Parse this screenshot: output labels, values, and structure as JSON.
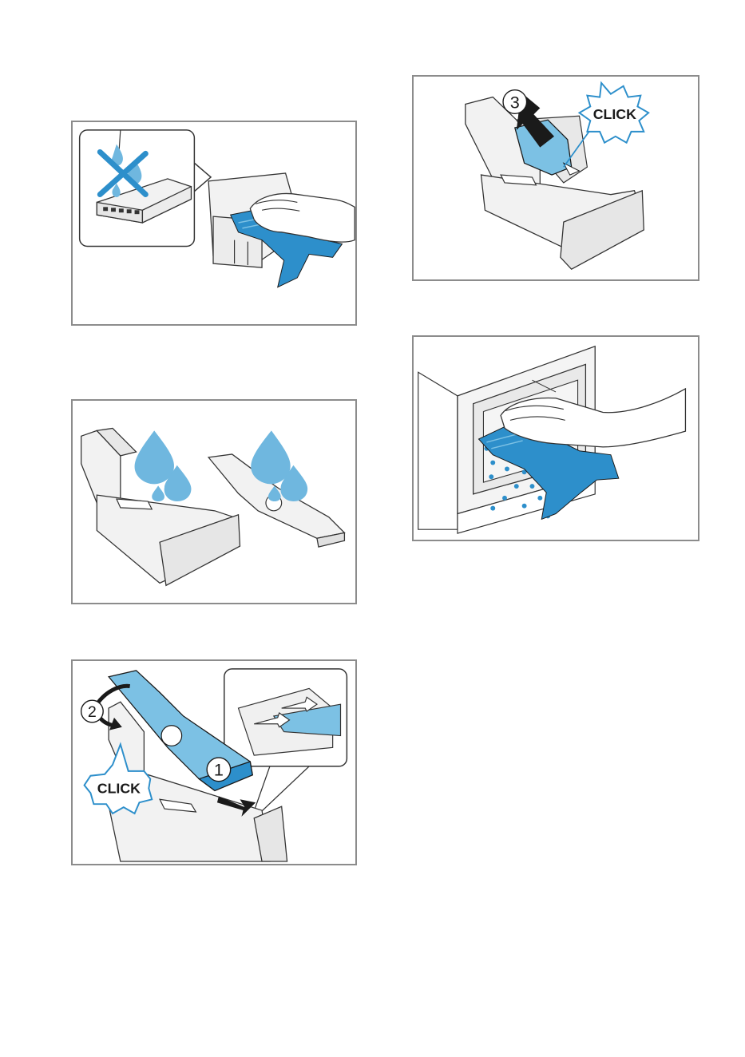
{
  "page": {
    "background": "#ffffff"
  },
  "colors": {
    "accent_blue": "#2d8fcb",
    "light_blue": "#7cc1e4",
    "frame_gray": "#8c8c8c",
    "drop_blue": "#6fb7df"
  },
  "panels": [
    {
      "icons": [
        "no-water-icon",
        "drawer-insert-icon",
        "hand-wipe-cloth-icon"
      ]
    },
    {
      "icons": [
        "drawer-icon",
        "insert-icon",
        "water-drop-icon"
      ]
    },
    {
      "step_1": "1",
      "step_2": "2",
      "click_label": "CLICK",
      "icons": [
        "insert-icon",
        "arrow-icon",
        "click-burst-icon"
      ]
    },
    {
      "step_3": "3",
      "click_label": "CLICK",
      "icons": [
        "drawer-icon",
        "arrow-down-icon",
        "click-burst-icon"
      ]
    },
    {
      "icons": [
        "housing-icon",
        "hand-wipe-cloth-icon",
        "spray-drops-icon"
      ]
    }
  ]
}
